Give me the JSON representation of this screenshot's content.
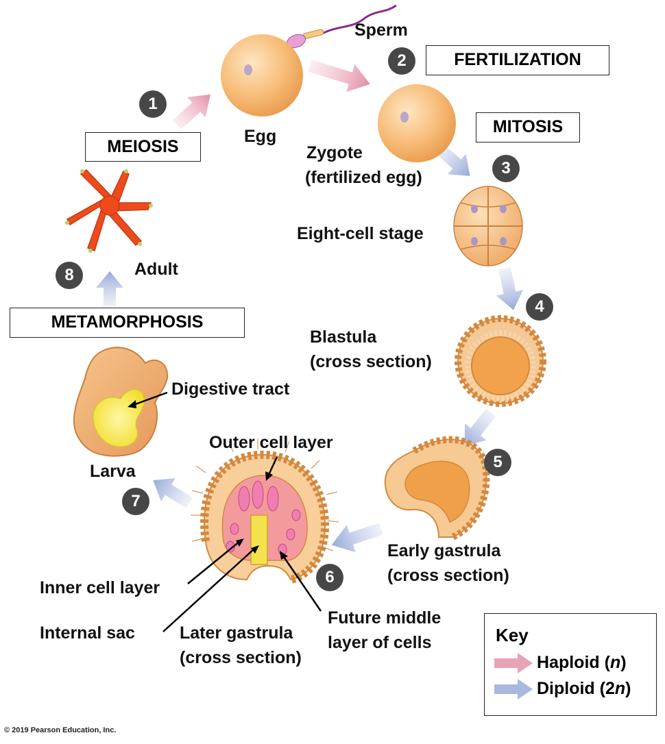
{
  "labels": {
    "sperm": "Sperm",
    "egg": "Egg",
    "zygote_1": "Zygote",
    "zygote_2": "(fertilized egg)",
    "eight_cell": "Eight-cell stage",
    "blastula_1": "Blastula",
    "blastula_2": "(cross section)",
    "early_gastrula_1": "Early gastrula",
    "early_gastrula_2": "(cross section)",
    "later_gastrula_1": "Later gastrula",
    "later_gastrula_2": "(cross section)",
    "outer_cell_layer": "Outer cell layer",
    "inner_cell_layer": "Inner cell layer",
    "internal_sac": "Internal sac",
    "future_middle_1": "Future middle",
    "future_middle_2": "layer of cells",
    "larva": "Larva",
    "digestive_tract": "Digestive tract",
    "adult": "Adult"
  },
  "processes": {
    "fertilization": "FERTILIZATION",
    "mitosis": "MITOSIS",
    "meiosis": "MEIOSIS",
    "metamorphosis": "METAMORPHOSIS"
  },
  "steps": [
    "1",
    "2",
    "3",
    "4",
    "5",
    "6",
    "7",
    "8"
  ],
  "key": {
    "title": "Key",
    "haploid_pre": "Haploid (",
    "haploid_var": "n",
    "haploid_post": ")",
    "diploid_pre": "Diploid (2",
    "diploid_var": "n",
    "diploid_post": ")"
  },
  "colors": {
    "haploid_arrow": "#e8a3b4",
    "diploid_arrow": "#a9b8de",
    "cell_orange": "#f6b46c",
    "starfish_red": "#ee4b1c",
    "step_circle": "#474747",
    "digestive_yellow": "#f5e84a"
  },
  "copyright": "© 2019 Pearson Education, Inc."
}
